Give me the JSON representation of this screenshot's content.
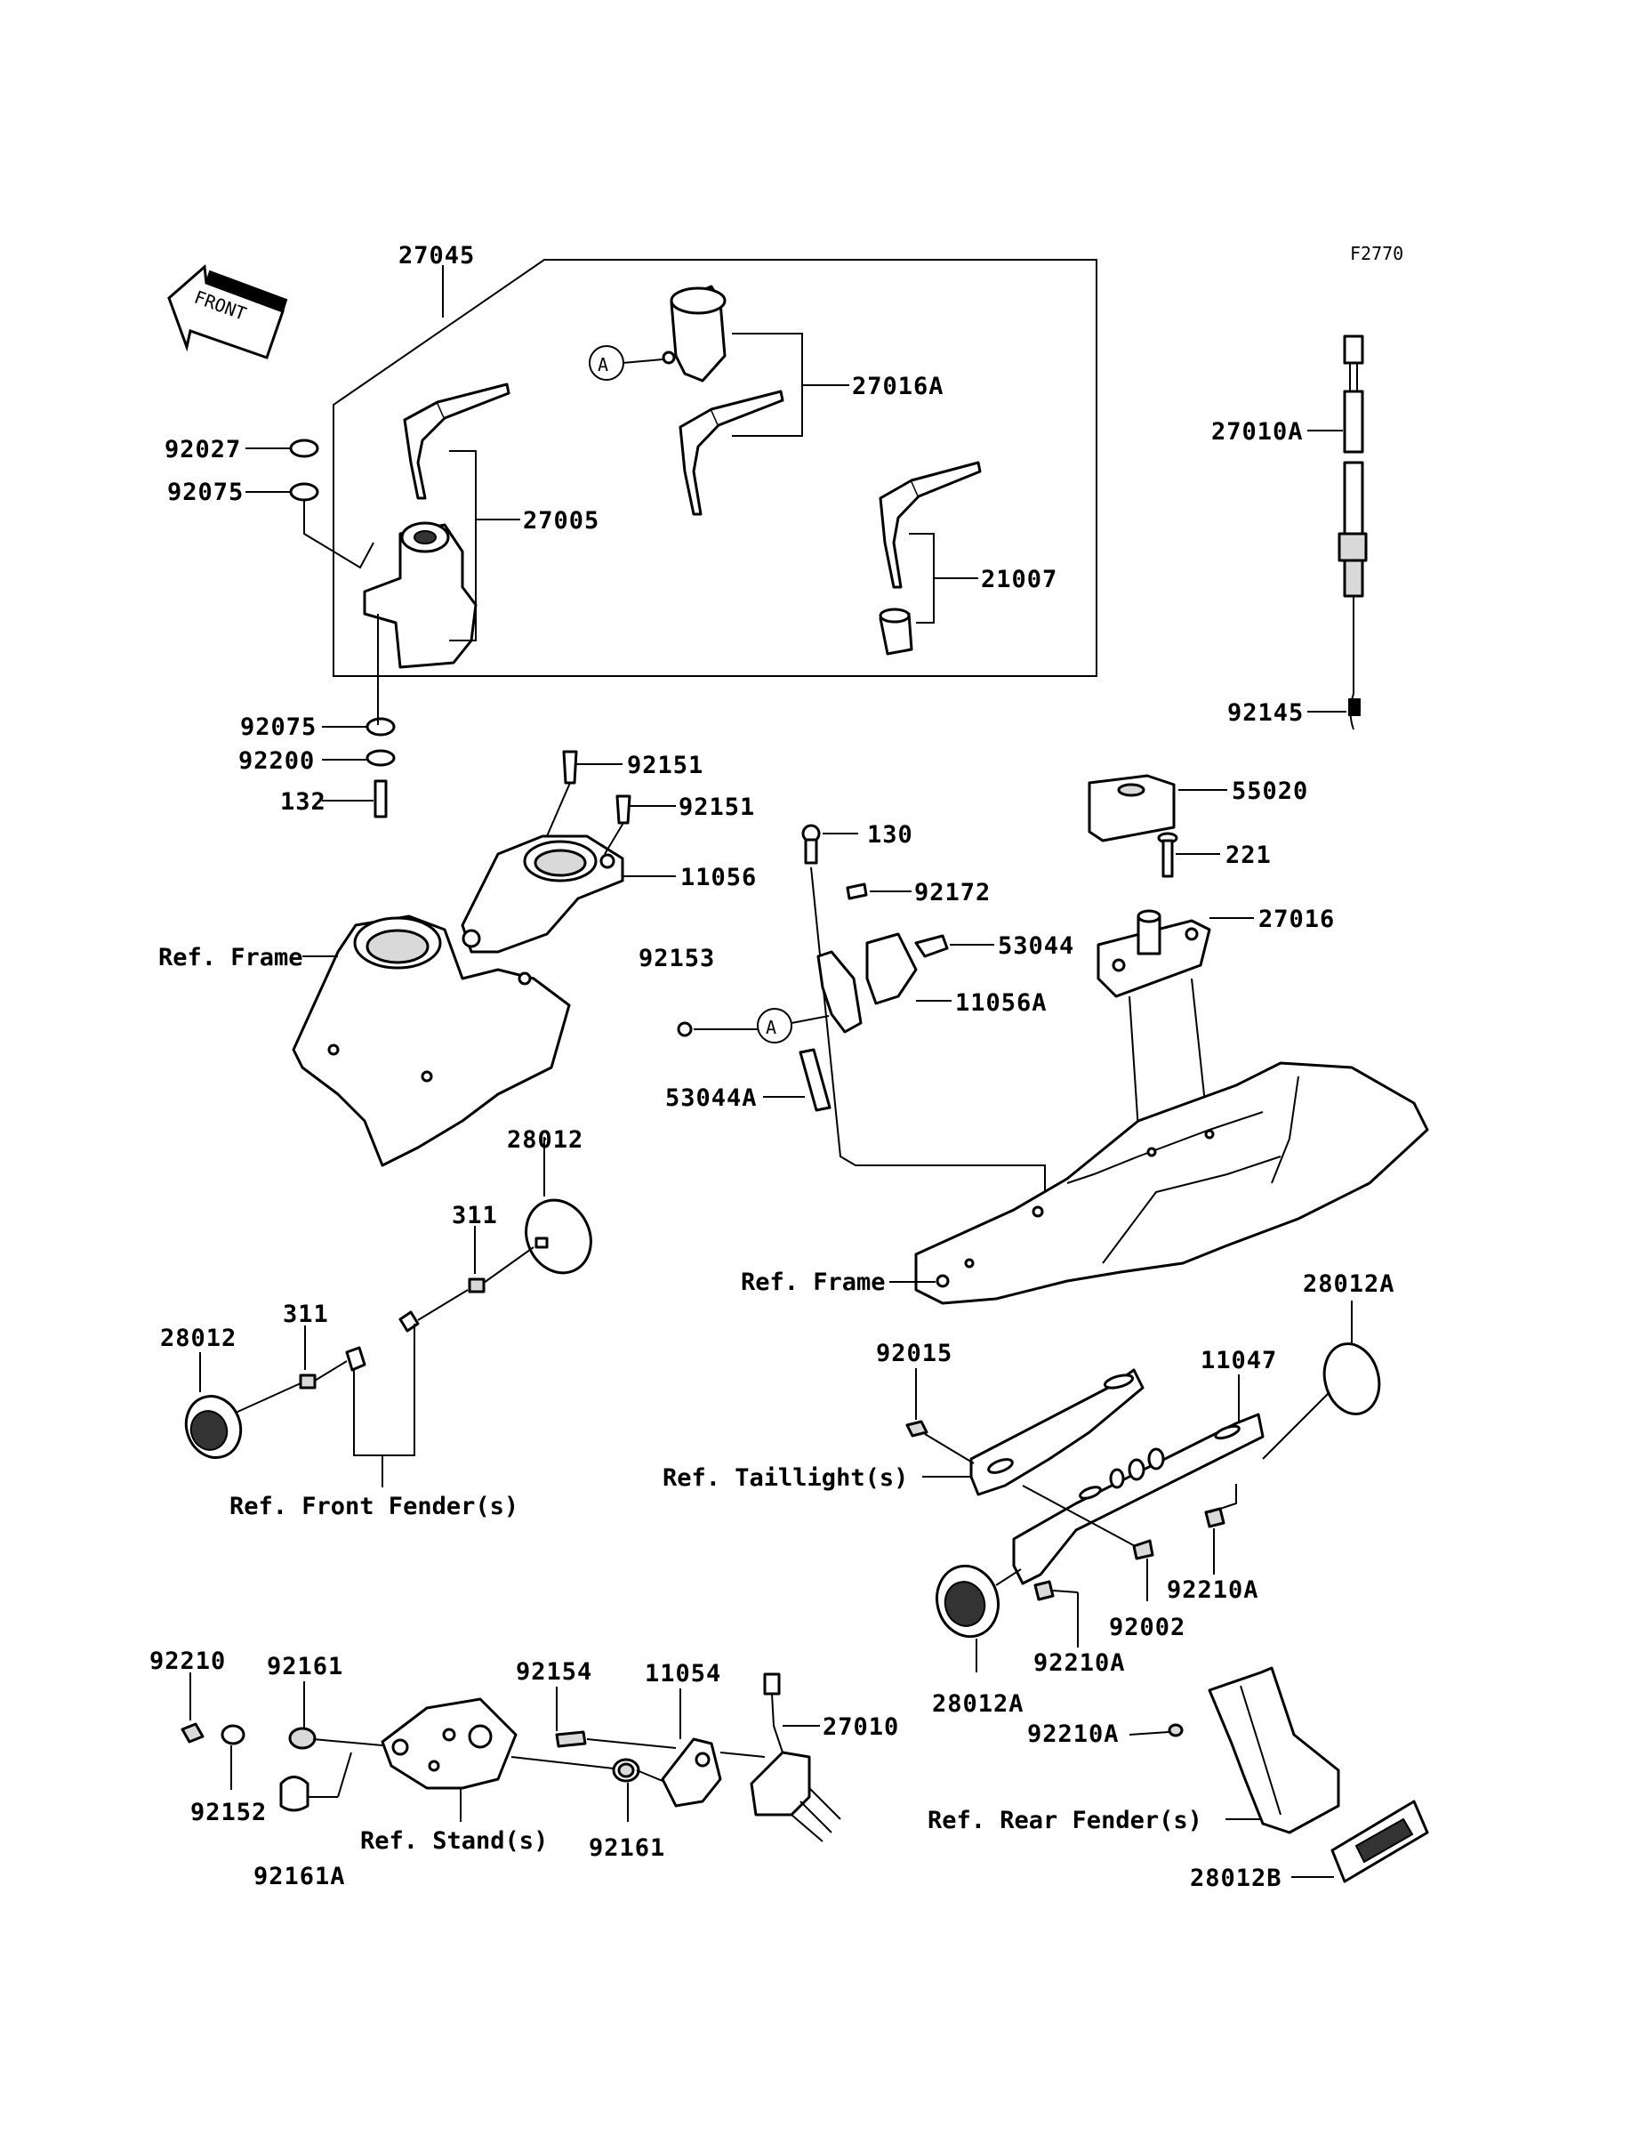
{
  "diagram_code": "F2770",
  "front_arrow_label": "FRONT",
  "circle_marker": "A",
  "parts": {
    "p27045": "27045",
    "p27016A": "27016A",
    "p92027": "92027",
    "p92075_top": "92075",
    "p27005": "27005",
    "p21007": "21007",
    "p27010A": "27010A",
    "p92145": "92145",
    "p92075_bottom": "92075",
    "p92200": "92200",
    "p132": "132",
    "p92151_a": "92151",
    "p92151_b": "92151",
    "p11056": "11056",
    "p130": "130",
    "p55020": "55020",
    "p221": "221",
    "p92172": "92172",
    "p27016": "27016",
    "p53044": "53044",
    "p92153": "92153",
    "p11056A": "11056A",
    "p53044A": "53044A",
    "p28012_top": "28012",
    "p311_top": "311",
    "p311_left": "311",
    "p28012_left": "28012",
    "p28012A_right": "28012A",
    "p92015": "92015",
    "p11047": "11047",
    "p92210A_right": "92210A",
    "p92002": "92002",
    "p92210A_mid": "92210A",
    "p28012A_bottom": "28012A",
    "p92210": "92210",
    "p92161_a": "92161",
    "p92154": "92154",
    "p11054": "11054",
    "p27010": "27010",
    "p92152": "92152",
    "p92161_b": "92161",
    "p92161A": "92161A",
    "p92210A_low": "92210A",
    "p28012B": "28012B"
  },
  "references": {
    "ref_frame_left": "Ref. Frame",
    "ref_frame_right": "Ref. Frame",
    "ref_front_fender": "Ref. Front Fender(s)",
    "ref_taillight": "Ref. Taillight(s)",
    "ref_stand": "Ref. Stand(s)",
    "ref_rear_fender": "Ref. Rear Fender(s)"
  }
}
